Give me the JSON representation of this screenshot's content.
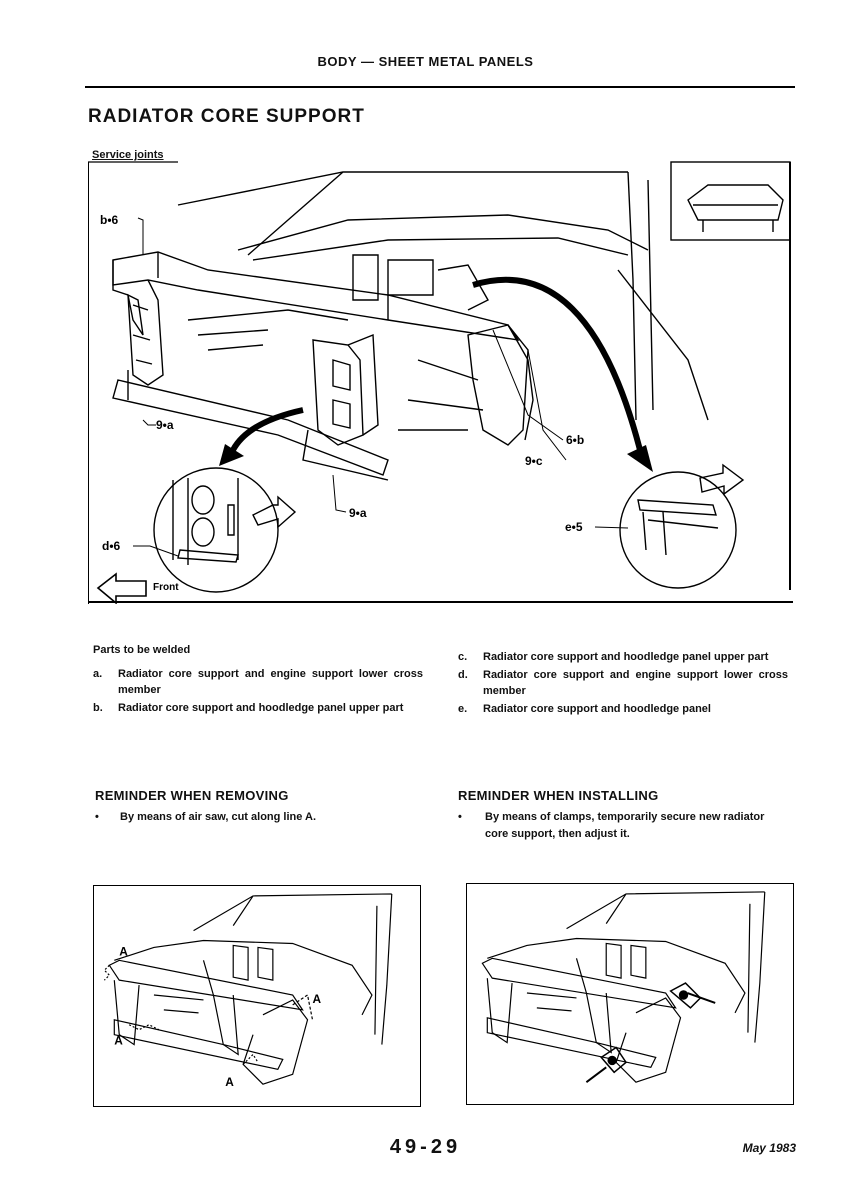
{
  "header": {
    "section": "BODY — SHEET METAL PANELS",
    "title": "RADIATOR CORE SUPPORT"
  },
  "main_figure": {
    "caption": "Service joints",
    "labels": {
      "b6": "b•6",
      "a9_left": "9•a",
      "a9_center": "9•a",
      "b6_right": "6•b",
      "c9": "9•c",
      "d6": "d•6",
      "e5": "e•5",
      "front": "Front"
    }
  },
  "parts": {
    "heading": "Parts to be welded",
    "items": [
      {
        "letter": "a.",
        "text": "Radiator core support and engine support lower cross member"
      },
      {
        "letter": "b.",
        "text": "Radiator core support and hoodledge panel upper part"
      },
      {
        "letter": "c.",
        "text": "Radiator core support and hoodledge panel upper part"
      },
      {
        "letter": "d.",
        "text": "Radiator core support and engine support lower cross member"
      },
      {
        "letter": "e.",
        "text": "Radiator core support and hoodledge panel"
      }
    ]
  },
  "reminders": {
    "removing": {
      "heading": "REMINDER WHEN REMOVING",
      "bullet": "•",
      "text": "By means of air saw, cut along line A."
    },
    "installing": {
      "heading": "REMINDER WHEN INSTALLING",
      "bullet": "•",
      "text": "By means of clamps, temporarily secure new radiator core support, then adjust it."
    }
  },
  "removal_figure": {
    "cut_labels": [
      "A",
      "A",
      "A",
      "A"
    ]
  },
  "footer": {
    "page_number": "49-29",
    "date": "May 1983"
  }
}
